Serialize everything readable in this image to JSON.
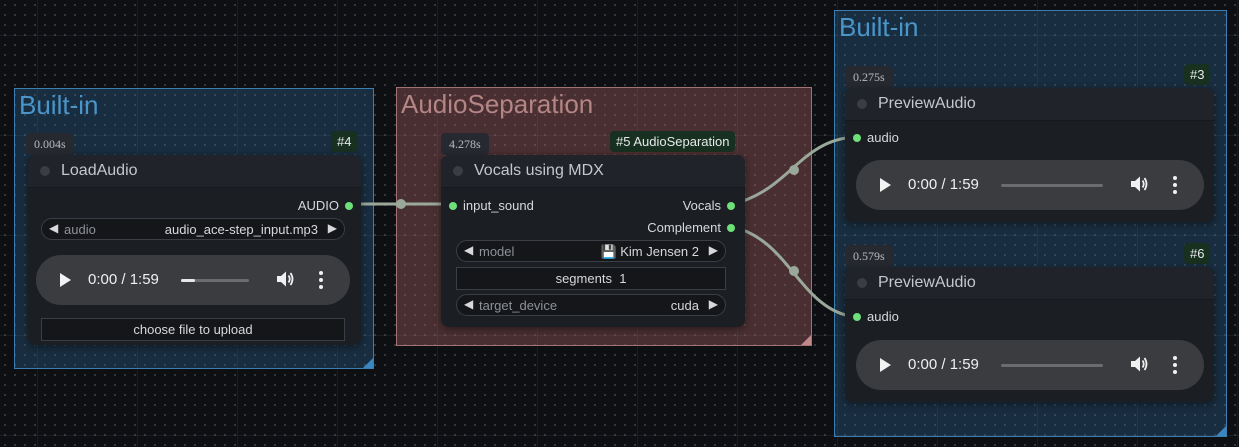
{
  "groups": {
    "left": {
      "title": "Built-in"
    },
    "middle": {
      "title": "AudioSeparation"
    },
    "right": {
      "title": "Built-in"
    }
  },
  "nodes": {
    "load_audio": {
      "id": "#4",
      "time": "0.004s",
      "title": "LoadAudio",
      "output": "AUDIO",
      "combo_label": "audio",
      "combo_value": "audio_ace-step_input.mp3",
      "player_time": "0:00 / 1:59",
      "player_progress": 0.2,
      "upload_label": "choose file to upload"
    },
    "vocals_mdx": {
      "id": "#5 AudioSeparation",
      "time": "4.278s",
      "title": "Vocals using MDX",
      "input": "input_sound",
      "outputs": [
        "Vocals",
        "Complement"
      ],
      "model_label": "model",
      "model_value": "💾 Kim Jensen 2",
      "segments_label": "segments",
      "segments_value": "1",
      "device_label": "target_device",
      "device_value": "cuda"
    },
    "preview_top": {
      "id": "#3",
      "time": "0.275s",
      "title": "PreviewAudio",
      "input": "audio",
      "player_time": "0:00 / 1:59",
      "player_progress": 0.0
    },
    "preview_bottom": {
      "id": "#6",
      "time": "0.579s",
      "title": "PreviewAudio",
      "input": "audio",
      "player_time": "0:00 / 1:59",
      "player_progress": 0.0
    }
  },
  "colors": {
    "slot_dot": "#6ee07a",
    "wire": "#9aa89a",
    "group_blue": "#3b7fb2",
    "group_red": "#a37272",
    "id_badge_bg": "#18301f"
  }
}
